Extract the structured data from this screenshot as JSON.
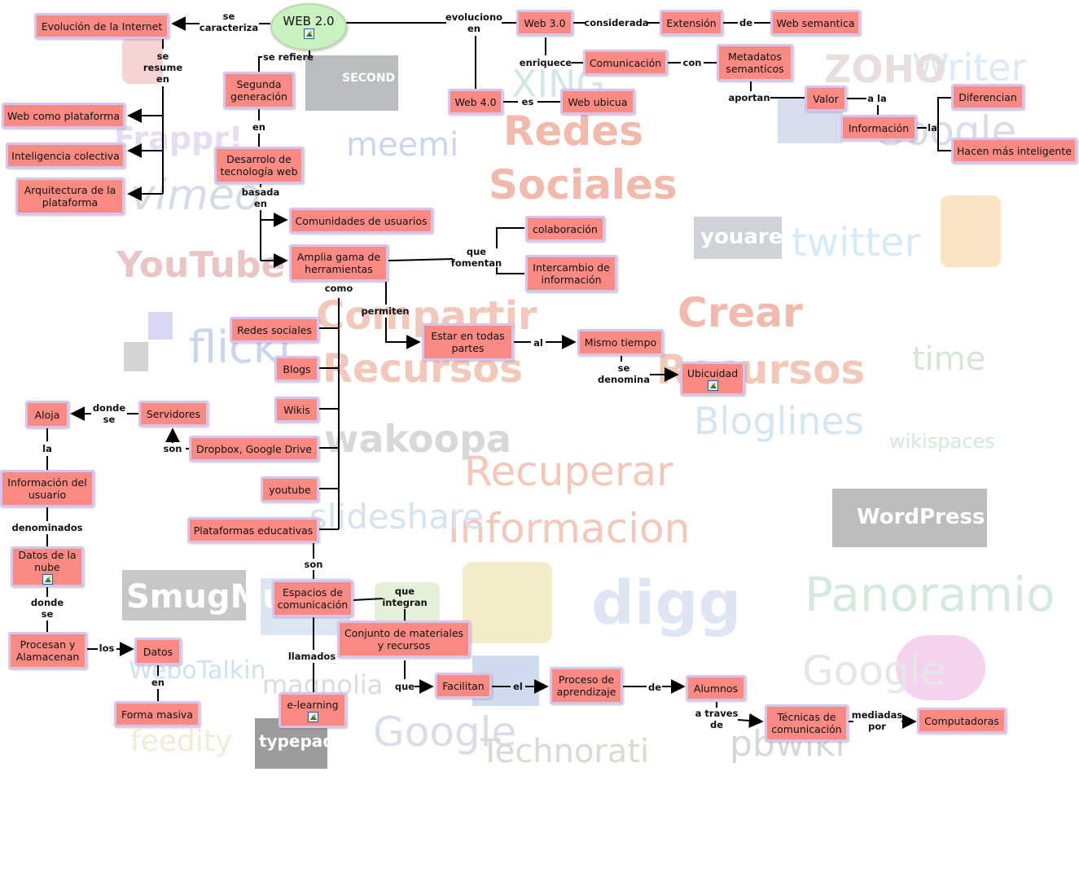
{
  "nodes": [
    {
      "id": "web20",
      "text": "WEB 2.0",
      "attach": true
    },
    {
      "id": "evol",
      "text": "Evolución de la Internet"
    },
    {
      "id": "webplat",
      "text": "Web como plataforma"
    },
    {
      "id": "intel",
      "text": "Inteligencia colectiva"
    },
    {
      "id": "arq",
      "text": "Arquitectura de la\nplataforma"
    },
    {
      "id": "seg",
      "text": "Segunda\ngeneración"
    },
    {
      "id": "desa",
      "text": "Desarrolo de\ntecnología web"
    },
    {
      "id": "com",
      "text": "Comunidades de usuarios"
    },
    {
      "id": "amp",
      "text": "Amplia gama de\nherramientas"
    },
    {
      "id": "colab",
      "text": "colaboración"
    },
    {
      "id": "inter",
      "text": "Intercambio de\ninformación"
    },
    {
      "id": "estar",
      "text": "Estar en todas\npartes"
    },
    {
      "id": "mismo",
      "text": "Mismo tiempo"
    },
    {
      "id": "ubic",
      "text": "Ubicuidad",
      "attach": true
    },
    {
      "id": "redes",
      "text": "Redes sociales"
    },
    {
      "id": "blogs",
      "text": "Blogs"
    },
    {
      "id": "wikis",
      "text": "Wikis"
    },
    {
      "id": "drop",
      "text": "Dropbox, Google Drive"
    },
    {
      "id": "yt",
      "text": "youtube"
    },
    {
      "id": "plat",
      "text": "Plataformas educativas"
    },
    {
      "id": "serv",
      "text": "Servidores"
    },
    {
      "id": "aloja",
      "text": "Aloja"
    },
    {
      "id": "infou",
      "text": "Información del\nusuario"
    },
    {
      "id": "datosn",
      "text": "Datos de la\nnube",
      "attach": true
    },
    {
      "id": "proc",
      "text": "Procesan y\nAlamacenan"
    },
    {
      "id": "datos",
      "text": "Datos"
    },
    {
      "id": "forma",
      "text": "Forma masiva"
    },
    {
      "id": "esp",
      "text": "Espacios de\ncomunicación"
    },
    {
      "id": "conj",
      "text": "Conjunto de materiales\ny recursos"
    },
    {
      "id": "elearn",
      "text": "e-learning",
      "attach": true
    },
    {
      "id": "facil",
      "text": "Facilitan"
    },
    {
      "id": "proceso",
      "text": "Proceso de\naprendizaje"
    },
    {
      "id": "alum",
      "text": "Alumnos"
    },
    {
      "id": "tec",
      "text": "Técnicas de\ncomunicación"
    },
    {
      "id": "compu",
      "text": "Computadoras"
    },
    {
      "id": "w30",
      "text": "Web 3.0"
    },
    {
      "id": "w40",
      "text": "Web 4.0"
    },
    {
      "id": "ext",
      "text": "Extensión"
    },
    {
      "id": "sem",
      "text": "Web semantica"
    },
    {
      "id": "comu",
      "text": "Comunicación"
    },
    {
      "id": "meta",
      "text": "Metadatos\nsemanticos"
    },
    {
      "id": "valor",
      "text": "Valor"
    },
    {
      "id": "info",
      "text": "Información"
    },
    {
      "id": "dif",
      "text": "Diferencian"
    },
    {
      "id": "hacen",
      "text": "Hacen más inteligente"
    },
    {
      "id": "webu",
      "text": "Web ubicua"
    }
  ],
  "links": [
    {
      "id": "l1",
      "text": "se\ncaracteriza"
    },
    {
      "id": "l2",
      "text": "se\nresume\nen"
    },
    {
      "id": "l3",
      "text": "se refiere"
    },
    {
      "id": "l4",
      "text": "en"
    },
    {
      "id": "l5",
      "text": "basada\nen"
    },
    {
      "id": "l6",
      "text": "que\nfomentan"
    },
    {
      "id": "l7",
      "text": "como"
    },
    {
      "id": "l8",
      "text": "permiten"
    },
    {
      "id": "l9",
      "text": "al"
    },
    {
      "id": "l10",
      "text": "se\ndenomina"
    },
    {
      "id": "l11",
      "text": "donde\nse"
    },
    {
      "id": "l12",
      "text": "son"
    },
    {
      "id": "l13",
      "text": "la"
    },
    {
      "id": "l14",
      "text": "denominados"
    },
    {
      "id": "l15",
      "text": "donde\nse"
    },
    {
      "id": "l16",
      "text": "los"
    },
    {
      "id": "l17",
      "text": "en"
    },
    {
      "id": "l18",
      "text": "son"
    },
    {
      "id": "l19",
      "text": "que\nintegran"
    },
    {
      "id": "l20",
      "text": "llamados"
    },
    {
      "id": "l21",
      "text": "que"
    },
    {
      "id": "l22",
      "text": "el"
    },
    {
      "id": "l23",
      "text": "de"
    },
    {
      "id": "l24",
      "text": "a traves\nde"
    },
    {
      "id": "l25",
      "text": "mediadas\npor"
    },
    {
      "id": "l26",
      "text": "evoluciono\nen"
    },
    {
      "id": "l27",
      "text": "considerada"
    },
    {
      "id": "l28",
      "text": "de"
    },
    {
      "id": "l29",
      "text": "enriquece"
    },
    {
      "id": "l30",
      "text": "con"
    },
    {
      "id": "l31",
      "text": "aportan"
    },
    {
      "id": "l32",
      "text": "a la"
    },
    {
      "id": "l33",
      "text": "la"
    },
    {
      "id": "l34",
      "text": "es"
    }
  ],
  "background_words": [
    {
      "id": "b1",
      "text": "Redes",
      "color": "#f2b9ad"
    },
    {
      "id": "b2",
      "text": "Sociales",
      "color": "#f2b9ad"
    },
    {
      "id": "b3",
      "text": "Compartir",
      "color": "#f2c8bb"
    },
    {
      "id": "b4",
      "text": "Recursos",
      "color": "#f2c8bb"
    },
    {
      "id": "b5",
      "text": "Crear",
      "color": "#f2b9ad"
    },
    {
      "id": "b6",
      "text": "Recursos",
      "color": "#f2c8bb"
    },
    {
      "id": "b7",
      "text": "Recuperar",
      "color": "#f3c8b8"
    },
    {
      "id": "b8",
      "text": "Informacion",
      "color": "#f3c8b8"
    },
    {
      "id": "b9",
      "text": "YouTube",
      "color": "#e8c6c6"
    },
    {
      "id": "b10",
      "text": "flickr",
      "color": "#c9d6ec"
    },
    {
      "id": "b11",
      "text": "vimeo",
      "color": "#d6dce6"
    },
    {
      "id": "b12",
      "text": "meemi",
      "color": "#c9d6ec"
    },
    {
      "id": "b13",
      "text": "wakoopa",
      "color": "#d8d8d8"
    },
    {
      "id": "b14",
      "text": "slideshare",
      "color": "#d3e3ef"
    },
    {
      "id": "b15",
      "text": "SmugMug",
      "color": "#ffffff"
    },
    {
      "id": "b16",
      "text": "digg",
      "color": "#dfe6f3"
    },
    {
      "id": "b17",
      "text": "Google",
      "color": "#d8dde8"
    },
    {
      "id": "b18",
      "text": "Technorati",
      "color": "#d4dcd4"
    },
    {
      "id": "b19",
      "text": "twitter",
      "color": "#d6ecf5"
    },
    {
      "id": "b20",
      "text": "Bloglines",
      "color": "#d3e6f2"
    },
    {
      "id": "b21",
      "text": "wikispaces",
      "color": "#d2e8d8"
    },
    {
      "id": "b22",
      "text": "WordPress",
      "color": "#ffffff"
    },
    {
      "id": "b23",
      "text": "Panoramio",
      "color": "#d4eadc"
    },
    {
      "id": "b24",
      "text": "pbwiki",
      "color": "#d8d8d8"
    },
    {
      "id": "b25",
      "text": "Writer",
      "color": "#dceaf5"
    },
    {
      "id": "b26",
      "text": "XING",
      "color": "#d2e8e8"
    },
    {
      "id": "b27",
      "text": "Google",
      "color": "#d8dde8"
    },
    {
      "id": "b28",
      "text": "Google",
      "color": "#e6e6e6"
    },
    {
      "id": "b29",
      "text": "magnolia",
      "color": "#dcdcdc"
    },
    {
      "id": "b30",
      "text": "Frappr!",
      "color": "#e6ddf0"
    },
    {
      "id": "b31",
      "text": "SECOND LIFE",
      "color": "#ffffff"
    },
    {
      "id": "b32",
      "text": "youare",
      "color": "#ffffff"
    },
    {
      "id": "b33",
      "text": "time",
      "color": "#d6e6d6"
    },
    {
      "id": "b34",
      "text": "WeboTalkin",
      "color": "#cfe2ef"
    },
    {
      "id": "b35",
      "text": "typepad",
      "color": "#ffffff"
    },
    {
      "id": "b36",
      "text": "feedity",
      "color": "#f0ecd6"
    },
    {
      "id": "b37",
      "text": "ZOHO",
      "color": "#e8dede"
    }
  ]
}
